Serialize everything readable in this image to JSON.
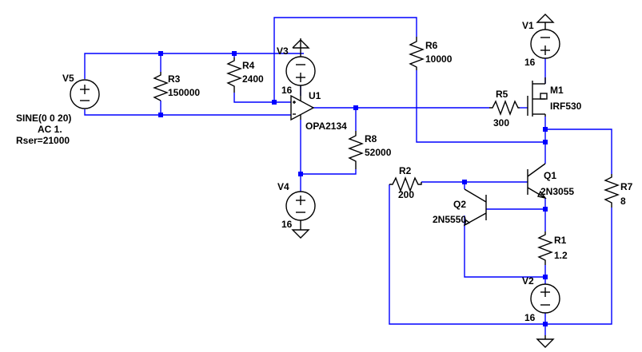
{
  "components": {
    "V5": {
      "name": "V5",
      "value_lines": [
        "SINE(0 0 20)",
        "AC 1.",
        "Rser=21000"
      ]
    },
    "R3": {
      "name": "R3",
      "value": "150000"
    },
    "R4": {
      "name": "R4",
      "value": "2400"
    },
    "V3": {
      "name": "V3",
      "value": "16"
    },
    "U1": {
      "name": "U1",
      "value": "OPA2134"
    },
    "R6": {
      "name": "R6",
      "value": "10000"
    },
    "R8": {
      "name": "R8",
      "value": "52000"
    },
    "V4": {
      "name": "V4",
      "value": "16"
    },
    "V1": {
      "name": "V1",
      "value": "16"
    },
    "M1": {
      "name": "M1",
      "value": "IRF530"
    },
    "R5": {
      "name": "R5",
      "value": "300"
    },
    "Q1": {
      "name": "Q1",
      "value": "2N3055"
    },
    "Q2": {
      "name": "Q2",
      "value": "2N5550"
    },
    "R2": {
      "name": "R2",
      "value": "200"
    },
    "R7": {
      "name": "R7",
      "value": "8"
    },
    "R1": {
      "name": "R1",
      "value": "1.2"
    },
    "V2": {
      "name": "V2",
      "value": "16"
    }
  },
  "colors": {
    "wire": "#0000ff",
    "component": "#000000",
    "background": "#ffffff"
  }
}
